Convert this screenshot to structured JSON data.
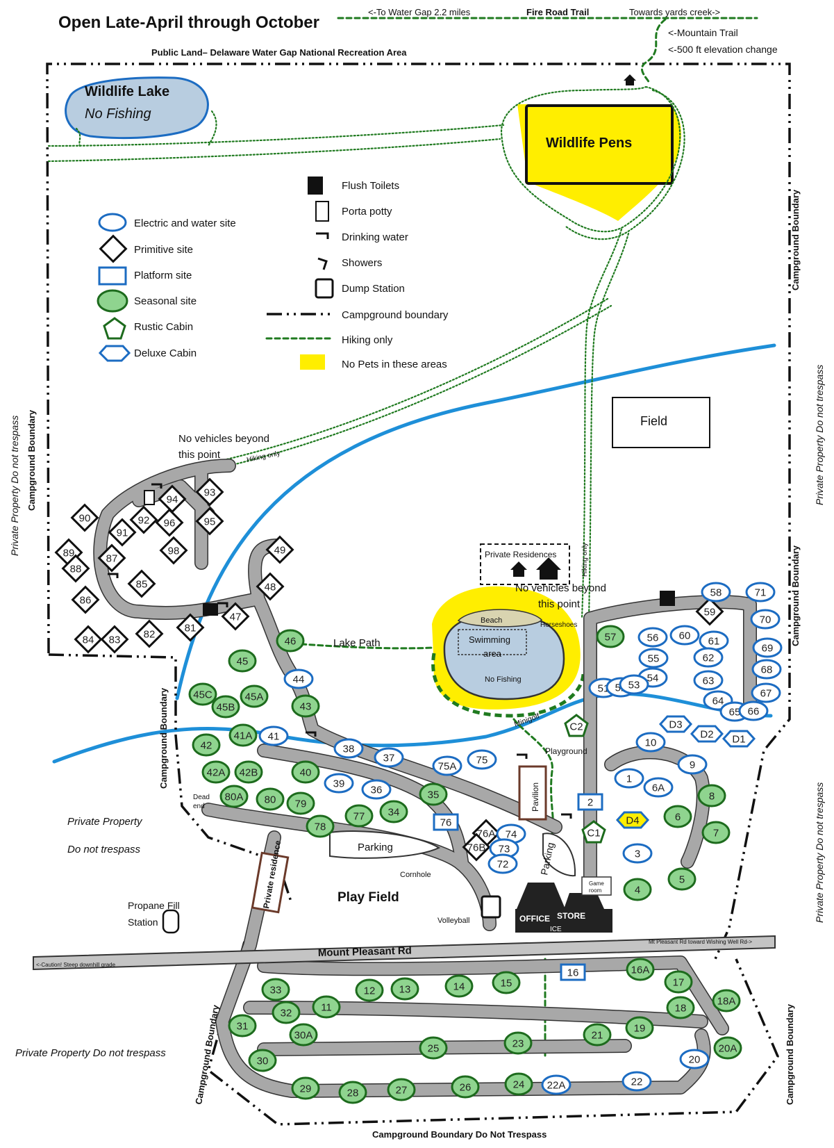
{
  "title": "Open Late-April through October",
  "top_trail": {
    "left": "<-To Water Gap 2.2 miles",
    "center": "Fire Road Trail",
    "right": "Towards yards creek->",
    "mountain": "<-Mountain Trail",
    "elevation": "<-500 ft elevation change"
  },
  "public_land": "Public Land– Delaware Water Gap National Recreation Area",
  "areas": {
    "wildlife_lake": "Wildlife Lake",
    "no_fishing_italic": "No Fishing",
    "wildlife_pens": "Wildlife Pens",
    "field": "Field",
    "no_vehicles_1": "No vehicles beyond",
    "no_vehicles_1b": "this point",
    "hiking_only": "Hiking only",
    "hiking_only_v": "Hiking only",
    "no_vehicles_2": "No vehicles beyond",
    "no_vehicles_2b": "this point",
    "private_residences": "Private Residences",
    "beach": "Beach",
    "swimming": "Swimming",
    "area": "area",
    "horseshoes": "Horseshoes",
    "no_fishing": "No Fishing",
    "lake_path": "Lake Path",
    "minigolf": "Minigolf",
    "playground": "Playground",
    "pavilion": "Pavilion",
    "parking1": "Parking",
    "parking2": "Parking",
    "cornhole": "Cornhole",
    "play_field": "Play Field",
    "volleyball": "Volleyball",
    "dead_end_1": "Dead",
    "dead_end_2": "end",
    "private_residence_bldg": "Private residence",
    "game_room_1": "Game",
    "game_room_2": "room",
    "office": "OFFICE",
    "store": "STORE",
    "ice": "ICE",
    "propane_1": "Propane Fill",
    "propane_2": "Station",
    "road_name": "Mount Pleasant Rd",
    "road_left": "<-Caution! Steep downhill grade",
    "road_right": "Mt Pleasant Rd toward Wishing Well Rd->"
  },
  "edges": {
    "left_private": "Private Property  Do not trespass",
    "left_boundary": "Campground Boundary",
    "right_boundary_top": "Campground Boundary",
    "right_private_top": "Private Property  Do not trespass",
    "right_boundary_mid": "Campground Boundary",
    "right_private_bottom": "Private Property  Do not trespass",
    "left_boundary_mid": "Campground Boundary",
    "private_mid_1": "Private Property",
    "private_mid_2": "Do not trespass",
    "left_boundary_low": "Campground Boundary",
    "private_low": "Private Property  Do not trespass",
    "right_boundary_low": "Campground Boundary",
    "bottom": "Campground Boundary  Do Not Trespass"
  },
  "legend": {
    "electric": "Electric and water site",
    "primitive": "Primitive site",
    "platform": "Platform site",
    "seasonal": "Seasonal site",
    "rustic": "Rustic Cabin",
    "deluxe": "Deluxe Cabin",
    "toilets": "Flush Toilets",
    "porta": "Porta potty",
    "water": "Drinking water",
    "showers": "Showers",
    "dump": "Dump Station",
    "boundary": "Campground boundary",
    "hiking": "Hiking only",
    "nopets": "No Pets in these areas"
  },
  "colors": {
    "electric": "#1c6cc2",
    "seasonal_fill": "#8fd48f",
    "seasonal_stroke": "#1d6b1d",
    "lake": "#b8cde0",
    "no_pets": "#ffee00",
    "creek": "#1e8fd8",
    "trail": "#1f7a1f"
  },
  "sites": [
    {
      "id": "90",
      "t": "p"
    },
    {
      "id": "91",
      "t": "p"
    },
    {
      "id": "92",
      "t": "p"
    },
    {
      "id": "94",
      "t": "p"
    },
    {
      "id": "93",
      "t": "p"
    },
    {
      "id": "96",
      "t": "p"
    },
    {
      "id": "95",
      "t": "p"
    },
    {
      "id": "98",
      "t": "p"
    },
    {
      "id": "89",
      "t": "p"
    },
    {
      "id": "88",
      "t": "p"
    },
    {
      "id": "87",
      "t": "p"
    },
    {
      "id": "85",
      "t": "p"
    },
    {
      "id": "86",
      "t": "p"
    },
    {
      "id": "49",
      "t": "p"
    },
    {
      "id": "48",
      "t": "p"
    },
    {
      "id": "47",
      "t": "p"
    },
    {
      "id": "81",
      "t": "p"
    },
    {
      "id": "82",
      "t": "p"
    },
    {
      "id": "83",
      "t": "p"
    },
    {
      "id": "84",
      "t": "p"
    },
    {
      "id": "76A",
      "t": "p"
    },
    {
      "id": "76B",
      "t": "p"
    },
    {
      "id": "59",
      "t": "p"
    },
    {
      "id": "46",
      "t": "s"
    },
    {
      "id": "45",
      "t": "s"
    },
    {
      "id": "45C",
      "t": "s"
    },
    {
      "id": "45B",
      "t": "s"
    },
    {
      "id": "45A",
      "t": "s"
    },
    {
      "id": "43",
      "t": "s"
    },
    {
      "id": "41A",
      "t": "s"
    },
    {
      "id": "42",
      "t": "s"
    },
    {
      "id": "42A",
      "t": "s"
    },
    {
      "id": "42B",
      "t": "s"
    },
    {
      "id": "40",
      "t": "s"
    },
    {
      "id": "80A",
      "t": "s"
    },
    {
      "id": "80",
      "t": "s"
    },
    {
      "id": "79",
      "t": "s"
    },
    {
      "id": "78",
      "t": "s"
    },
    {
      "id": "77",
      "t": "s"
    },
    {
      "id": "34",
      "t": "s"
    },
    {
      "id": "35",
      "t": "s"
    },
    {
      "id": "57",
      "t": "s"
    },
    {
      "id": "8",
      "t": "s"
    },
    {
      "id": "6",
      "t": "s"
    },
    {
      "id": "7",
      "t": "s"
    },
    {
      "id": "5",
      "t": "s"
    },
    {
      "id": "4",
      "t": "s"
    },
    {
      "id": "33",
      "t": "s"
    },
    {
      "id": "32",
      "t": "s"
    },
    {
      "id": "11",
      "t": "s"
    },
    {
      "id": "12",
      "t": "s"
    },
    {
      "id": "13",
      "t": "s"
    },
    {
      "id": "14",
      "t": "s"
    },
    {
      "id": "15",
      "t": "s"
    },
    {
      "id": "16A",
      "t": "s"
    },
    {
      "id": "17",
      "t": "s"
    },
    {
      "id": "18",
      "t": "s"
    },
    {
      "id": "18A",
      "t": "s"
    },
    {
      "id": "31",
      "t": "s"
    },
    {
      "id": "30A",
      "t": "s"
    },
    {
      "id": "30",
      "t": "s"
    },
    {
      "id": "25",
      "t": "s"
    },
    {
      "id": "23",
      "t": "s"
    },
    {
      "id": "21",
      "t": "s"
    },
    {
      "id": "19",
      "t": "s"
    },
    {
      "id": "20A",
      "t": "s"
    },
    {
      "id": "29",
      "t": "s"
    },
    {
      "id": "28",
      "t": "s"
    },
    {
      "id": "27",
      "t": "s"
    },
    {
      "id": "26",
      "t": "s"
    },
    {
      "id": "24",
      "t": "s"
    },
    {
      "id": "44",
      "t": "e"
    },
    {
      "id": "41",
      "t": "e"
    },
    {
      "id": "38",
      "t": "e"
    },
    {
      "id": "37",
      "t": "e"
    },
    {
      "id": "39",
      "t": "e"
    },
    {
      "id": "36",
      "t": "e"
    },
    {
      "id": "75A",
      "t": "e"
    },
    {
      "id": "75",
      "t": "e"
    },
    {
      "id": "74",
      "t": "e"
    },
    {
      "id": "73",
      "t": "e"
    },
    {
      "id": "72",
      "t": "e"
    },
    {
      "id": "58",
      "t": "e"
    },
    {
      "id": "71",
      "t": "e"
    },
    {
      "id": "70",
      "t": "e"
    },
    {
      "id": "56",
      "t": "e"
    },
    {
      "id": "60",
      "t": "e"
    },
    {
      "id": "61",
      "t": "e"
    },
    {
      "id": "69",
      "t": "e"
    },
    {
      "id": "55",
      "t": "e"
    },
    {
      "id": "62",
      "t": "e"
    },
    {
      "id": "68",
      "t": "e"
    },
    {
      "id": "54",
      "t": "e"
    },
    {
      "id": "63",
      "t": "e"
    },
    {
      "id": "51",
      "t": "e"
    },
    {
      "id": "52",
      "t": "e"
    },
    {
      "id": "53",
      "t": "e"
    },
    {
      "id": "67",
      "t": "e"
    },
    {
      "id": "64",
      "t": "e"
    },
    {
      "id": "65",
      "t": "e"
    },
    {
      "id": "66",
      "t": "e"
    },
    {
      "id": "10",
      "t": "e"
    },
    {
      "id": "9",
      "t": "e"
    },
    {
      "id": "1",
      "t": "e"
    },
    {
      "id": "6A",
      "t": "e"
    },
    {
      "id": "3",
      "t": "e"
    },
    {
      "id": "20",
      "t": "e"
    },
    {
      "id": "22A",
      "t": "e"
    },
    {
      "id": "22",
      "t": "e"
    },
    {
      "id": "76",
      "t": "pl"
    },
    {
      "id": "2",
      "t": "pl"
    },
    {
      "id": "16",
      "t": "pl"
    },
    {
      "id": "C2",
      "t": "rc"
    },
    {
      "id": "C1",
      "t": "rc"
    },
    {
      "id": "D3",
      "t": "dc"
    },
    {
      "id": "D2",
      "t": "dc"
    },
    {
      "id": "D1",
      "t": "dc"
    },
    {
      "id": "D4",
      "t": "dc"
    }
  ]
}
